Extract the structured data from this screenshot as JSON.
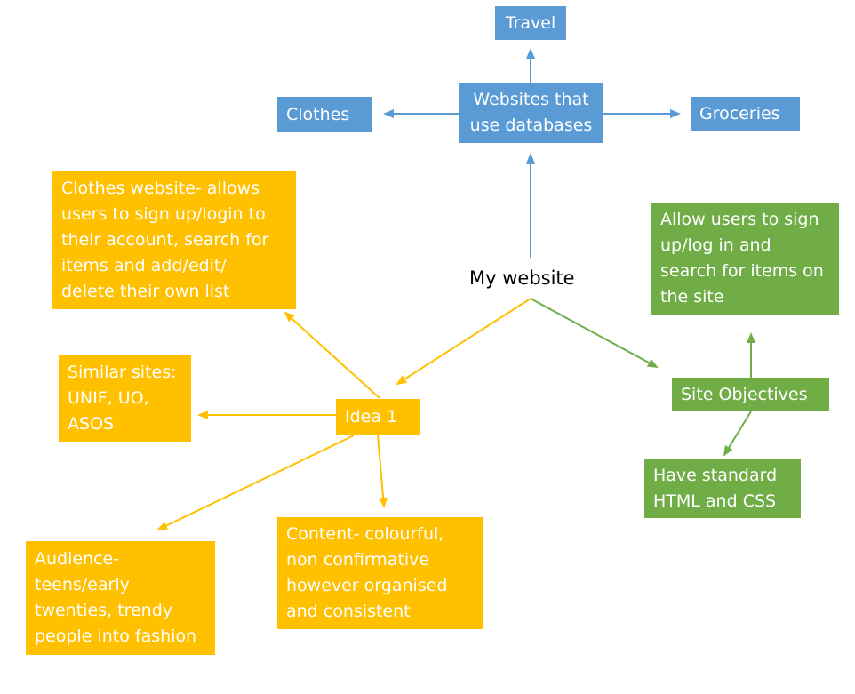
{
  "colors": {
    "blue": "#5b9bd5",
    "yellow": "#ffc000",
    "green": "#70ad47"
  },
  "nodes": {
    "travel": [
      "Travel"
    ],
    "websites": [
      "Websites that",
      "use databases"
    ],
    "clothes": [
      "Clothes"
    ],
    "groceries": [
      "Groceries"
    ],
    "my_website": "My website",
    "clothes_website": [
      "Clothes website- allows",
      "users to sign up/login to",
      "their account, search for",
      "items and add/edit/",
      "delete their own list"
    ],
    "similar_sites": [
      "Similar sites:",
      "UNIF, UO,",
      "ASOS"
    ],
    "idea1": [
      "Idea 1"
    ],
    "audience": [
      "Audience-",
      "teens/early",
      "twenties, trendy",
      "people into fashion"
    ],
    "content": [
      "Content- colourful,",
      "non confirmative",
      "however organised",
      "and consistent"
    ],
    "allow_users": [
      "Allow users to sign",
      "up/log in and",
      "search for items on",
      "the site"
    ],
    "site_objectives": [
      "Site Objectives"
    ],
    "standard_html": [
      "Have standard",
      "HTML and CSS"
    ]
  }
}
